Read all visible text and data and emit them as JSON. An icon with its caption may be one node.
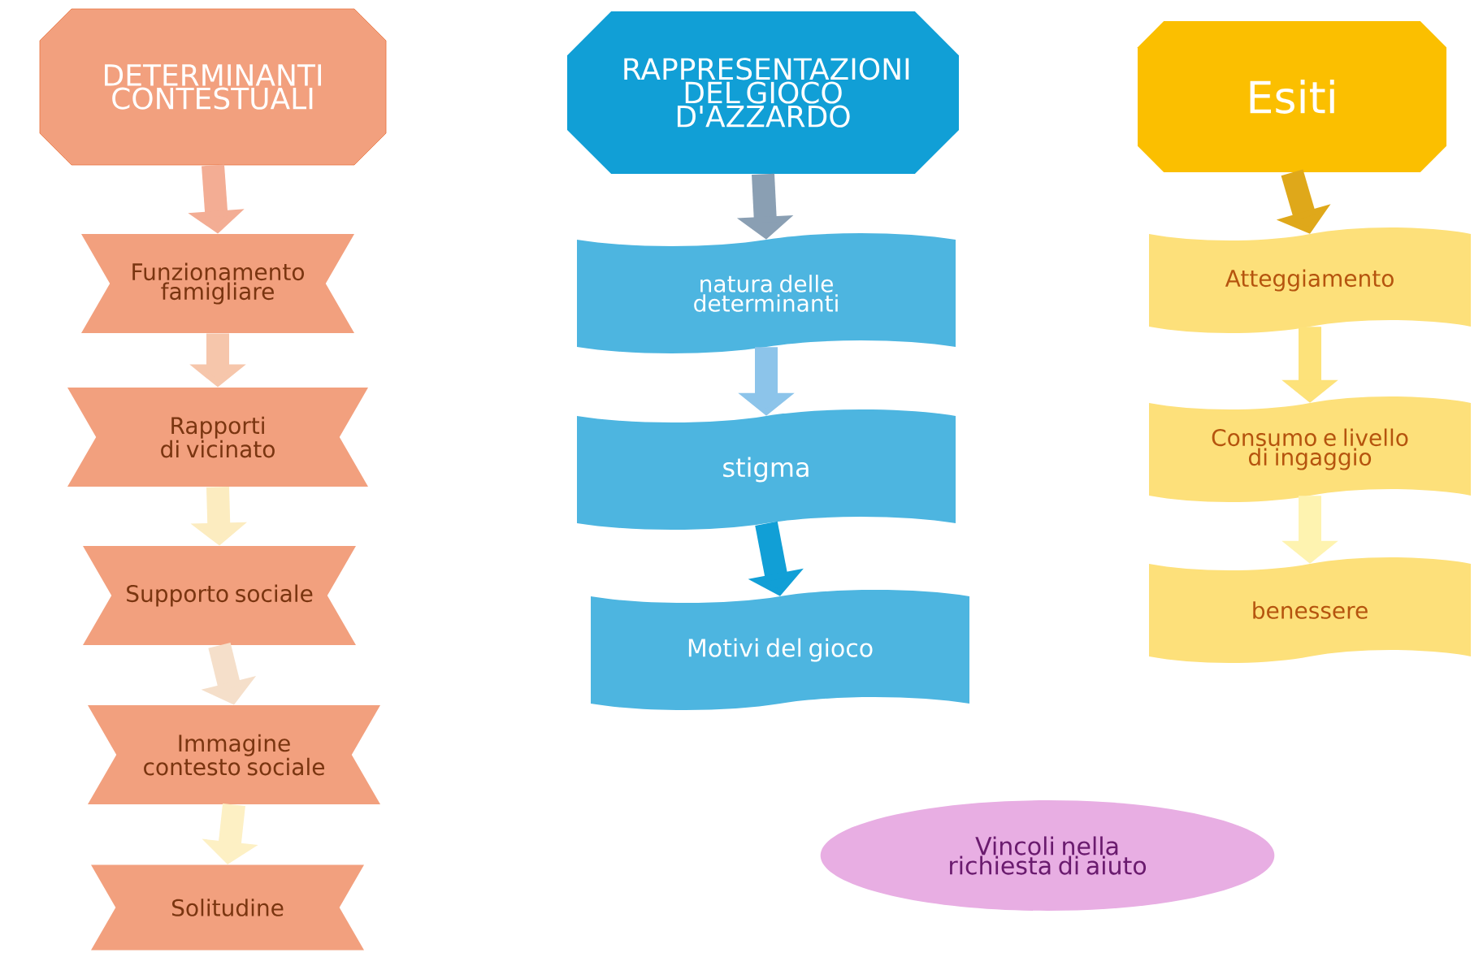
{
  "diagram": {
    "nodes": [
      {
        "text": [
          "DETERMINANTI CONTESTUALI"
        ]
      },
      {
        "text": [
          "Funzionamento famigliare"
        ]
      },
      {
        "text": [
          "Rapporti di vicinato"
        ]
      },
      {
        "text": [
          "Supporto sociale"
        ]
      },
      {
        "text": [
          "Immagine contesto sociale"
        ]
      },
      {
        "text": [
          "Solitudine"
        ]
      },
      {
        "text": [
          "RAPPRESENTAZIONI DEL GIOCO D'AZZARDO"
        ]
      },
      {
        "text": [
          "natura delle determinanti"
        ]
      },
      {
        "text": [
          "stigma"
        ]
      },
      {
        "text": [
          "Motivi del gioco"
        ]
      },
      {
        "text": [
          "Esiti"
        ]
      },
      {
        "text": [
          "Atteggiamento"
        ]
      },
      {
        "text": [
          "Consumo e livello di ingaggio"
        ]
      },
      {
        "text": [
          "benessere"
        ]
      },
      {
        "text": [
          "Vincoli nella richiesta di aiuto"
        ]
      }
    ],
    "edges": [
      {
        "from": 0,
        "to": 1,
        "arrow": "to",
        "color": "#f3ad94"
      },
      {
        "from": 1,
        "to": 2,
        "arrow": "to",
        "color": "#f6c6ab"
      },
      {
        "from": 2,
        "to": 3,
        "arrow": "to",
        "color": "#fcecc0"
      },
      {
        "from": 3,
        "to": 4,
        "arrow": "to",
        "color": "#f5dfca"
      },
      {
        "from": 4,
        "to": 5,
        "arrow": "to",
        "color": "#fdf0c4"
      },
      {
        "from": 6,
        "to": 7,
        "arrow": "to",
        "color": "#8a9fb3"
      },
      {
        "from": 7,
        "to": 8,
        "arrow": "to",
        "color": "#8cc4ea"
      },
      {
        "from": 8,
        "to": 9,
        "arrow": "to",
        "color": "#119fd6"
      },
      {
        "from": 10,
        "to": 11,
        "arrow": "to",
        "color": "#dfa81a"
      },
      {
        "from": 11,
        "to": 12,
        "arrow": "to",
        "color": "#fde27a"
      },
      {
        "from": 12,
        "to": 13,
        "arrow": "to",
        "color": "#fef3b0"
      }
    ]
  }
}
